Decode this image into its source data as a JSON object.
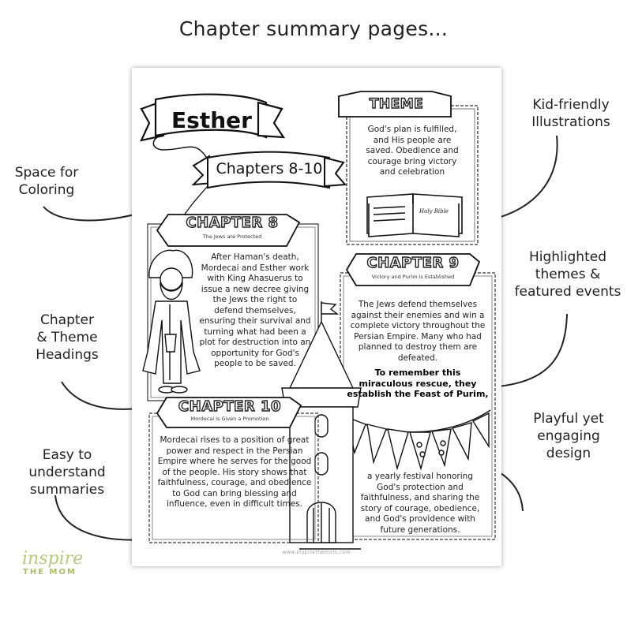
{
  "header": {
    "title": "Chapter summary pages..."
  },
  "callouts": {
    "coloring": "Space for\nColoring",
    "illustrations": "Kid-friendly\nIllustrations",
    "headings": "Chapter\n& Theme\nHeadings",
    "highlighted": "Highlighted\nthemes &\nfeatured events",
    "summaries": "Easy to\nunderstand\nsummaries",
    "playful": "Playful yet\nengaging\ndesign"
  },
  "sheet": {
    "book_title": "Esther",
    "chapters_label": "Chapters 8-10",
    "theme": {
      "heading": "THEME",
      "text": "God's plan is fulfilled, and His people are saved. Obedience and courage bring victory and celebration",
      "bible_label": "Holy Bible"
    },
    "chapter8": {
      "heading": "CHAPTER 8",
      "subtitle": "The Jews are Protected",
      "text": "After Haman's death, Mordecai and Esther work with King Ahasuerus to issue a new decree giving the Jews the right to defend themselves, ensuring their survival and turning what had been a plot for destruction into an opportunity for God's people to be saved."
    },
    "chapter9": {
      "heading": "CHAPTER 9",
      "subtitle": "Victory and Purim is Established",
      "text": "The Jews defend themselves against their enemies and win a complete victory throughout the Persian Empire. Many who had planned to destroy them are defeated.",
      "bold_text": "To remember this miraculous rescue, they establish the Feast of Purim,",
      "text2": "a yearly festival honoring God's protection and faithfulness, and sharing the story of courage, obedience, and God's providence with future generations."
    },
    "chapter10": {
      "heading": "CHAPTER 10",
      "subtitle": "Mordecai is Given a Promotion",
      "text": "Mordecai rises to a position of great power and respect in the Persian Empire where he serves for the good of the people. His story shows that faithfulness, courage, and obedience to God can bring blessing and influence, even in difficult times."
    },
    "url": "www.inspirethemom.com"
  },
  "logo": {
    "top": "inspire",
    "bottom": "THE MOM"
  }
}
